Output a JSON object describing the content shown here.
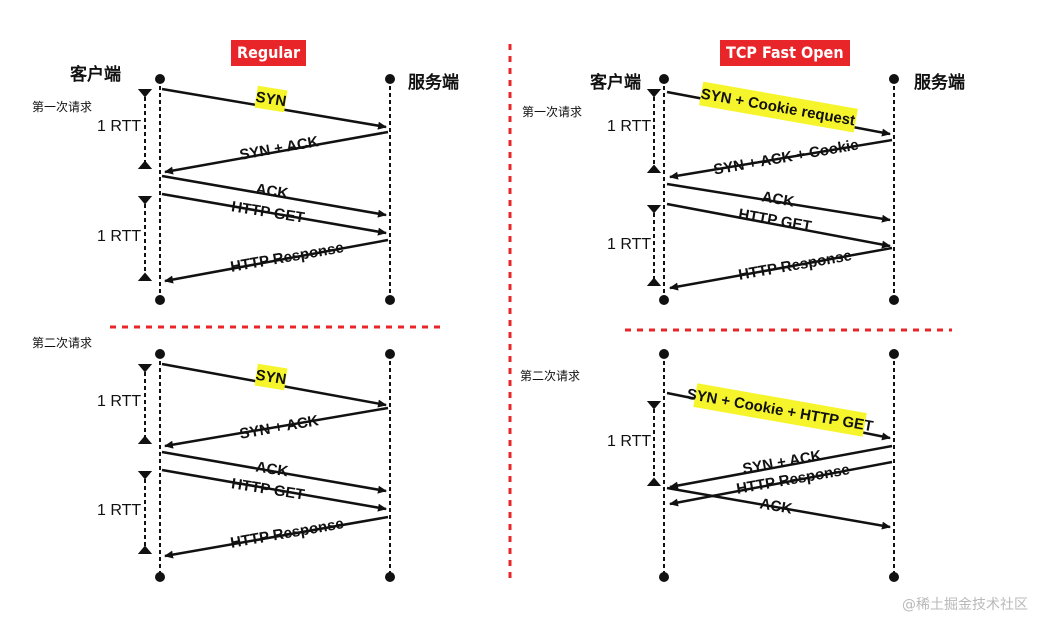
{
  "regular": {
    "title": "Regular",
    "client": "客户端",
    "server": "服务端",
    "first_request": "第一次请求",
    "second_request": "第二次请求",
    "rtt": "1 RTT",
    "messages": {
      "syn": "SYN",
      "syn_ack": "SYN + ACK",
      "ack": "ACK",
      "http_get": "HTTP GET",
      "http_response": "HTTP Response"
    }
  },
  "tfo": {
    "title": "TCP Fast Open",
    "client": "客户端",
    "server": "服务端",
    "first_request": "第一次请求",
    "second_request": "第二次请求",
    "rtt": "1 RTT",
    "messages": {
      "syn_cookie_request": "SYN + Cookie request",
      "syn_ack_cookie": "SYN + ACK + Cookie",
      "ack": "ACK",
      "http_get": "HTTP GET",
      "http_response": "HTTP Response",
      "syn_cookie_get": "SYN + Cookie + HTTP GET",
      "syn_ack": "SYN + ACK"
    }
  },
  "watermark": "@稀土掘金技术社区",
  "colors": {
    "accent_red": "#e8262a",
    "highlight_yellow": "#f6f52c"
  }
}
